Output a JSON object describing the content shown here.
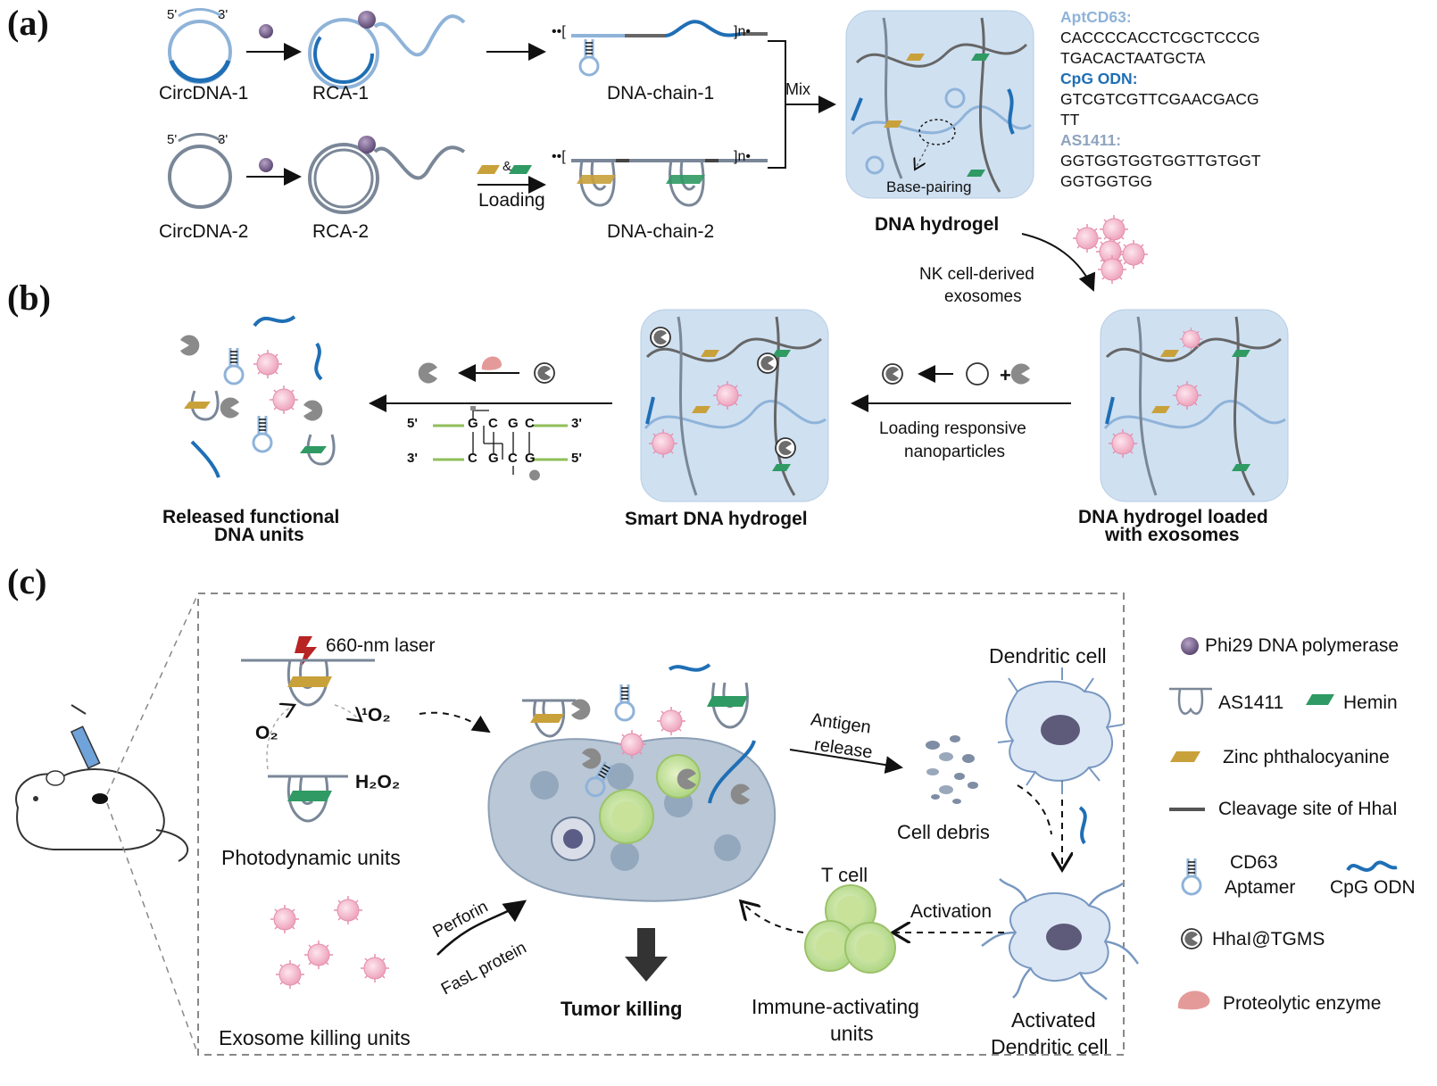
{
  "panels": {
    "a": "(a)",
    "b": "(b)",
    "c": "(c)"
  },
  "panel_a": {
    "circ1": "CircDNA-1",
    "rca1": "RCA-1",
    "chain1": "DNA-chain-1",
    "circ2": "CircDNA-2",
    "rca2": "RCA-2",
    "chain2": "DNA-chain-2",
    "prime5": "5'",
    "prime3": "3'",
    "loading": "Loading",
    "amp": "&",
    "mix": "Mix",
    "base_pairing": "Base-pairing",
    "hydrogel": "DNA hydrogel",
    "bracket_open": "••[",
    "bracket_close": "]n•"
  },
  "sequences": [
    {
      "name": "AptCD63:",
      "seq": [
        "CACCCCACCTCGCTCCCG",
        "TGACACTAATGCTA"
      ],
      "color": "#8fb3d9"
    },
    {
      "name": "CpG ODN:",
      "seq": [
        "GTCGTCGTTCGAACGACG",
        "TT"
      ],
      "color": "#1f6fb5"
    },
    {
      "name": "AS1411:",
      "seq": [
        "GGTGGTGGTGGTTGTGGT",
        "GGTGGTGG"
      ],
      "color": "#8ea4bf"
    }
  ],
  "panel_b": {
    "nk": "NK cell-derived",
    "exo": "exosomes",
    "loaded": "DNA hydrogel loaded",
    "loaded2": "with exosomes",
    "loading_resp": "Loading responsive",
    "nanoparticles": "nanoparticles",
    "smart": "Smart DNA hydrogel",
    "released": "Released functional",
    "released2": "DNA units",
    "plus": "+",
    "top_strand": [
      "5'",
      "G",
      "C",
      "G",
      "C",
      "3'"
    ],
    "bottom_strand": [
      "3'",
      "C",
      "G",
      "C",
      "G",
      "5'"
    ]
  },
  "panel_c": {
    "laser": "660-nm laser",
    "o2": "O₂",
    "singlet": "¹O₂",
    "h2o2": "H₂O₂",
    "photodynamic": "Photodynamic units",
    "exosome_units": "Exosome killing units",
    "perforin": "Perforin",
    "fasl": "FasL protein",
    "tumor": "Tumor killing",
    "antigen": "Antigen",
    "release": "release",
    "debris": "Cell debris",
    "dendritic": "Dendritic cell",
    "tcell": "T cell",
    "activation": "Activation",
    "immune": "Immune-activating",
    "immune2": "units",
    "activated": "Activated",
    "activated2": "Dendritic cell"
  },
  "legend": [
    {
      "label": "Phi29 DNA polymerase",
      "icon": "polymerase-icon"
    },
    {
      "label": "AS1411",
      "icon": "as1411-icon"
    },
    {
      "label": "Hemin",
      "icon": "hemin-icon"
    },
    {
      "label": "Zinc phthalocyanine",
      "icon": "zinc-icon"
    },
    {
      "label": "Cleavage site of HhaI",
      "icon": "cleavage-icon"
    },
    {
      "label": "CD63",
      "label2": "Aptamer",
      "icon": "aptamer-icon"
    },
    {
      "label": "CpG ODN",
      "icon": "cpg-icon"
    },
    {
      "label": "HhaI@TGMS",
      "icon": "nanoparticle-icon"
    },
    {
      "label": "Proteolytic enzyme",
      "icon": "enzyme-icon"
    }
  ],
  "colors": {
    "light_blue": "#8fb3d9",
    "dark_blue": "#1f6fb5",
    "gray_strand": "#7a8798",
    "gold": "#c9a13b",
    "green": "#2f9a63",
    "pink": "#f2b7c9",
    "gel": "#cfe0f1",
    "tumor": "#b9c7d6"
  }
}
